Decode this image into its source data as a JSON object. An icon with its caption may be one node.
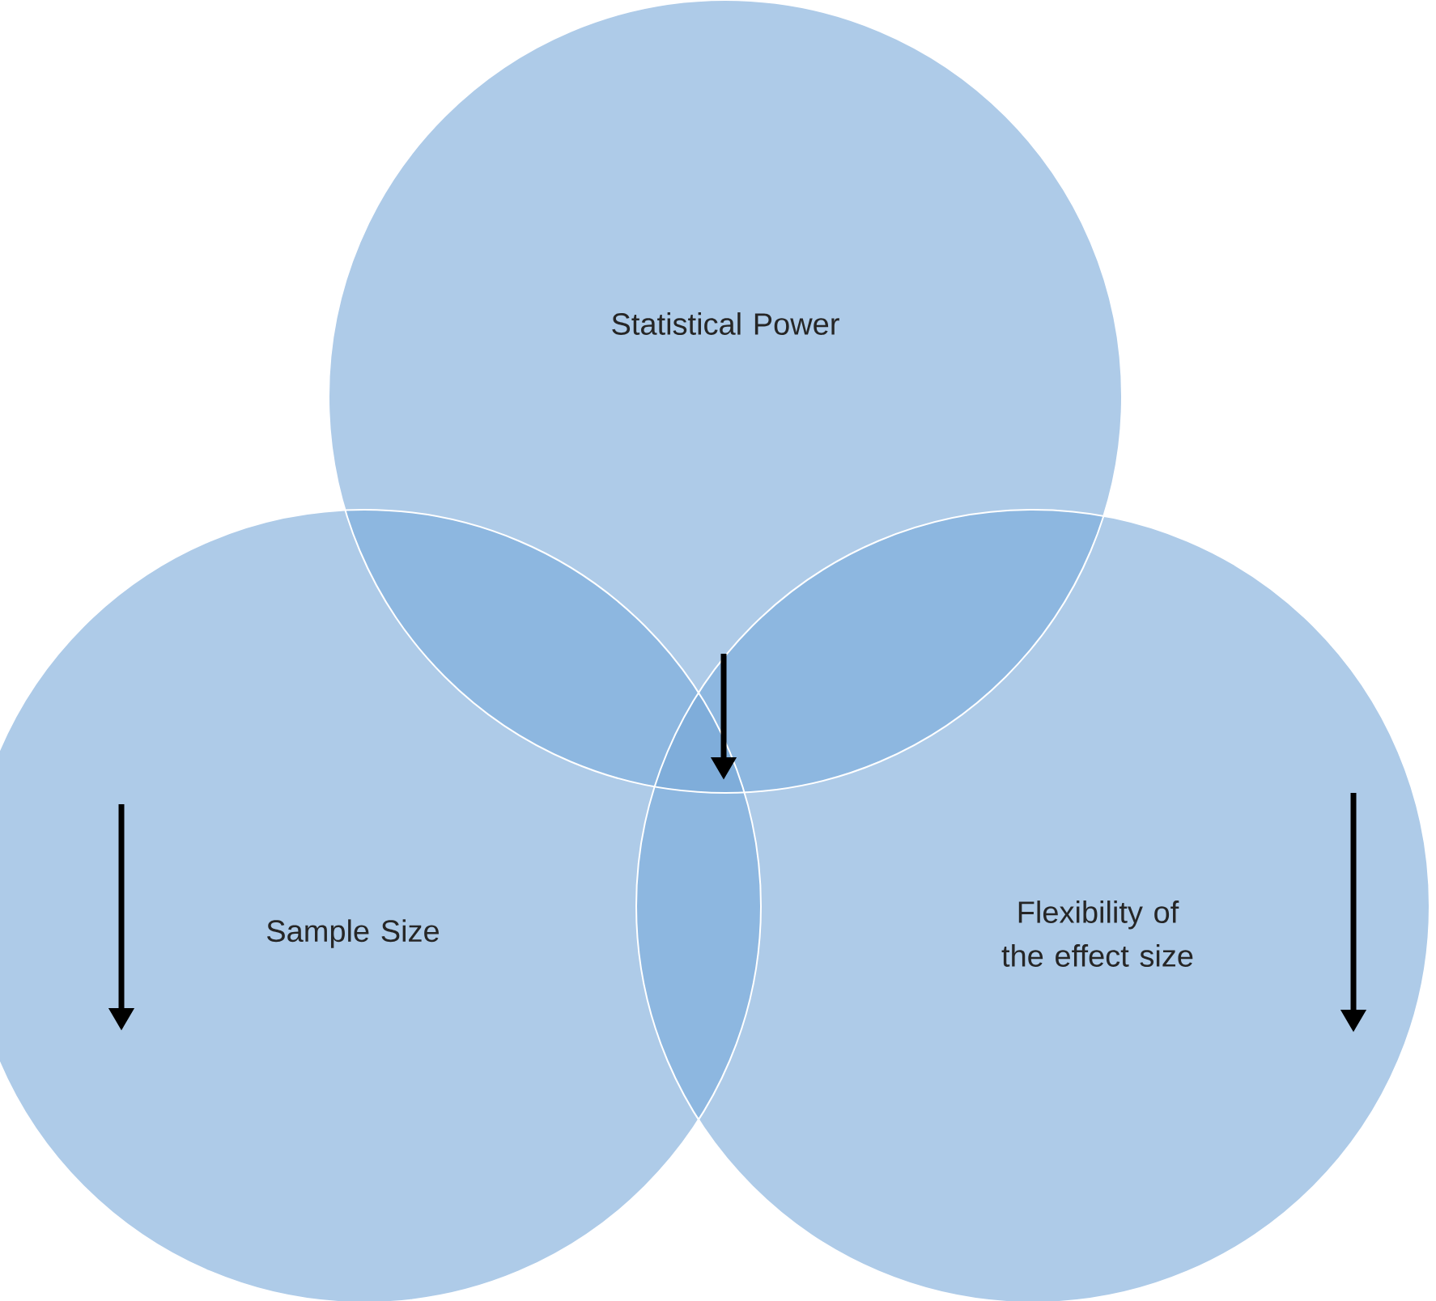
{
  "diagram": {
    "nodes": [
      {
        "text": [
          "Statistical Power"
        ]
      },
      {
        "text": [
          "Sample Size"
        ]
      },
      {
        "text": [
          "Flexibility of the effect size"
        ]
      }
    ]
  }
}
